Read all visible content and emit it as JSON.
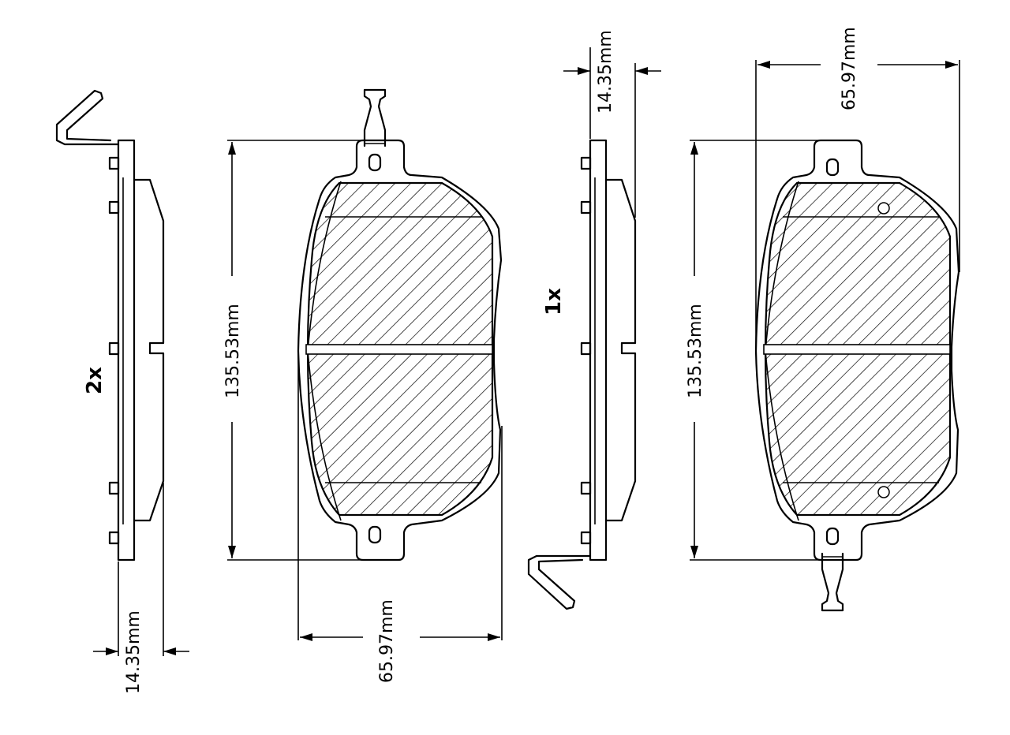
{
  "dimensions": {
    "left_thickness": "14.35mm",
    "left_height": "135.53mm",
    "left_width": "65.97mm",
    "right_thickness": "14.35mm",
    "right_height": "135.53mm",
    "right_width": "65.97mm"
  },
  "quantities": {
    "left": "2x",
    "right": "1x"
  }
}
